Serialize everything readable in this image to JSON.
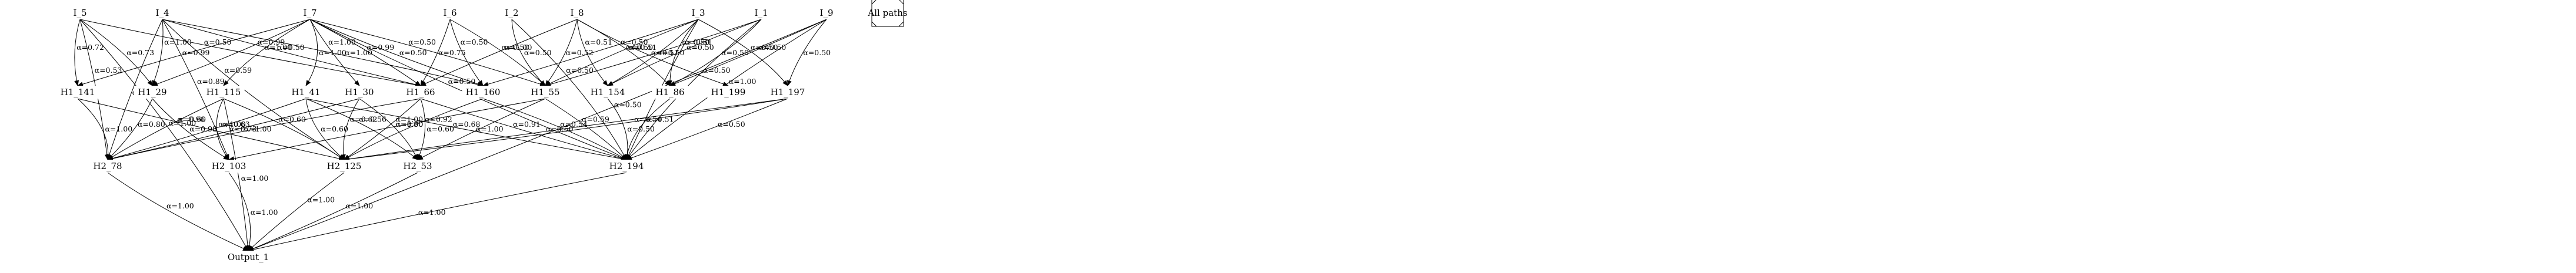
{
  "graph": {
    "nodes": [
      {
        "id": "I_5",
        "label": "I_5",
        "shape": "none"
      },
      {
        "id": "I_4",
        "label": "I_4",
        "shape": "none"
      },
      {
        "id": "I_7",
        "label": "I_7",
        "shape": "none"
      },
      {
        "id": "I_6",
        "label": "I_6",
        "shape": "none"
      },
      {
        "id": "I_2",
        "label": "I_2",
        "shape": "none"
      },
      {
        "id": "I_8",
        "label": "I_8",
        "shape": "none"
      },
      {
        "id": "I_3",
        "label": "I_3",
        "shape": "none"
      },
      {
        "id": "I_1",
        "label": "I_1",
        "shape": "none"
      },
      {
        "id": "I_9",
        "label": "I_9",
        "shape": "none"
      },
      {
        "id": "all_paths",
        "label": "All paths",
        "shape": "box"
      },
      {
        "id": "H1_141",
        "label": "H1_141",
        "shape": "none"
      },
      {
        "id": "H1_29",
        "label": "H1_29",
        "shape": "none"
      },
      {
        "id": "H1_115",
        "label": "H1_115",
        "shape": "none"
      },
      {
        "id": "H1_41",
        "label": "H1_41",
        "shape": "none"
      },
      {
        "id": "H1_30",
        "label": "H1_30",
        "shape": "none"
      },
      {
        "id": "H1_66",
        "label": "H1_66",
        "shape": "none"
      },
      {
        "id": "H1_160",
        "label": "H1_160",
        "shape": "none"
      },
      {
        "id": "H1_55",
        "label": "H1_55",
        "shape": "none"
      },
      {
        "id": "H1_154",
        "label": "H1_154",
        "shape": "none"
      },
      {
        "id": "H1_86",
        "label": "H1_86",
        "shape": "none"
      },
      {
        "id": "H1_199",
        "label": "H1_199",
        "shape": "none"
      },
      {
        "id": "H1_197",
        "label": "H1_197",
        "shape": "none"
      },
      {
        "id": "H2_78",
        "label": "H2_78",
        "shape": "none"
      },
      {
        "id": "H2_103",
        "label": "H2_103",
        "shape": "none"
      },
      {
        "id": "H2_125",
        "label": "H2_125",
        "shape": "none"
      },
      {
        "id": "H2_53",
        "label": "H2_53",
        "shape": "none"
      },
      {
        "id": "H2_194",
        "label": "H2_194",
        "shape": "none"
      },
      {
        "id": "Output_1",
        "label": "Output_1",
        "shape": "none"
      }
    ],
    "edges": [
      {
        "from": "I_5",
        "to": "H2_78",
        "label": "α=0.53"
      },
      {
        "from": "I_5",
        "to": "H1_141",
        "label": "α=0.72"
      },
      {
        "from": "I_5",
        "to": "H1_29",
        "label": "α=0.73"
      },
      {
        "from": "I_5",
        "to": "H1_66",
        "label": "α=0.50"
      },
      {
        "from": "I_5",
        "to": "Output_1",
        "label": "α=1.00"
      },
      {
        "from": "I_4",
        "to": "H2_78",
        "label": "α=1.00"
      },
      {
        "from": "I_4",
        "to": "H1_29",
        "label": "α=1.00"
      },
      {
        "from": "I_4",
        "to": "H1_66",
        "label": "α=0.50"
      },
      {
        "from": "I_4",
        "to": "H1_160",
        "label": "α=1.00"
      },
      {
        "from": "I_4",
        "to": "H2_125",
        "label": "α=0.59"
      },
      {
        "from": "I_4",
        "to": "H2_103",
        "label": "α=0.89"
      },
      {
        "from": "I_7",
        "to": "H1_141",
        "label": "α=0.99"
      },
      {
        "from": "I_7",
        "to": "H1_29",
        "label": "α=0.99"
      },
      {
        "from": "I_7",
        "to": "H1_115",
        "label": "α=1.00"
      },
      {
        "from": "I_7",
        "to": "H1_41",
        "label": "α=1.00"
      },
      {
        "from": "I_7",
        "to": "H1_30",
        "label": "α=1.00"
      },
      {
        "from": "I_7",
        "to": "H1_66",
        "label": "α=0.99"
      },
      {
        "from": "I_7",
        "to": "H1_160",
        "label": "α=0.50"
      },
      {
        "from": "I_7",
        "to": "H1_55",
        "label": "α=0.50"
      },
      {
        "from": "I_7",
        "to": "H2_194",
        "label": "α=0.50"
      },
      {
        "from": "I_6",
        "to": "H1_66",
        "label": "α=0.75"
      },
      {
        "from": "I_6",
        "to": "H1_160",
        "label": "α=0.50"
      },
      {
        "from": "I_6",
        "to": "H1_55",
        "label": "α=0.50"
      },
      {
        "from": "I_2",
        "to": "H1_55",
        "label": "α=0.50"
      },
      {
        "from": "I_2",
        "to": "H2_194",
        "label": "α=0.50"
      },
      {
        "from": "I_8",
        "to": "H1_66",
        "label": "α=1.00"
      },
      {
        "from": "I_8",
        "to": "H1_55",
        "label": "α=0.52"
      },
      {
        "from": "I_8",
        "to": "H1_154",
        "label": "α=0.51"
      },
      {
        "from": "I_8",
        "to": "H1_86",
        "label": "α=0.51"
      },
      {
        "from": "I_8",
        "to": "H1_199",
        "label": "α=0.51"
      },
      {
        "from": "I_3",
        "to": "H1_160",
        "label": "α=0.50"
      },
      {
        "from": "I_3",
        "to": "H1_55",
        "label": "α=0.50"
      },
      {
        "from": "I_3",
        "to": "H1_154",
        "label": "α=0.50"
      },
      {
        "from": "I_3",
        "to": "H1_86",
        "label": "α=0.50"
      },
      {
        "from": "I_3",
        "to": "H1_197",
        "label": "α=0.50"
      },
      {
        "from": "I_3",
        "to": "H2_194",
        "label": "α=0.50"
      },
      {
        "from": "I_1",
        "to": "H1_55",
        "label": "α=0.51"
      },
      {
        "from": "I_1",
        "to": "H1_154",
        "label": "α=0.50"
      },
      {
        "from": "I_1",
        "to": "H1_86",
        "label": "α=0.50"
      },
      {
        "from": "I_1",
        "to": "H2_194",
        "label": "α=0.50"
      },
      {
        "from": "I_9",
        "to": "H1_86",
        "label": "α=0.50"
      },
      {
        "from": "I_9",
        "to": "H1_197",
        "label": "α=0.50"
      },
      {
        "from": "I_9",
        "to": "Output_1",
        "label": "α=0.50"
      },
      {
        "from": "I_9",
        "to": "H2_194",
        "label": "α=1.00"
      },
      {
        "from": "H1_141",
        "to": "H2_78",
        "label": "α=1.00"
      },
      {
        "from": "H1_141",
        "to": "H2_125",
        "label": "α=0.60"
      },
      {
        "from": "H1_29",
        "to": "H2_78",
        "label": "α=0.80"
      },
      {
        "from": "H1_29",
        "to": "H2_103",
        "label": "α=0.98"
      },
      {
        "from": "H1_115",
        "to": "H2_125",
        "label": "α=0.60"
      },
      {
        "from": "H1_115",
        "to": "H2_103",
        "label": "α=1.00"
      },
      {
        "from": "H1_115",
        "to": "Output_1",
        "label": "α=1.00"
      },
      {
        "from": "H1_115",
        "to": "H2_78",
        "label": "α=0.96"
      },
      {
        "from": "H1_41",
        "to": "H2_78",
        "label": "α=0.63"
      },
      {
        "from": "H1_41",
        "to": "H2_125",
        "label": "α=0.60"
      },
      {
        "from": "H1_41",
        "to": "H2_53",
        "label": "α=0.56"
      },
      {
        "from": "H1_41",
        "to": "H2_194",
        "label": "α=0.68"
      },
      {
        "from": "H1_30",
        "to": "H2_78",
        "label": "α=0.73"
      },
      {
        "from": "H1_30",
        "to": "H2_125",
        "label": "α=0.62"
      },
      {
        "from": "H1_30",
        "to": "H2_53",
        "label": "α=1.00"
      },
      {
        "from": "H1_66",
        "to": "H2_78",
        "label": "α=1.00"
      },
      {
        "from": "H1_66",
        "to": "H2_125",
        "label": "α=1.00"
      },
      {
        "from": "H1_66",
        "to": "H2_194",
        "label": "α=0.91"
      },
      {
        "from": "H1_66",
        "to": "H2_53",
        "label": "α=0.60"
      },
      {
        "from": "H1_160",
        "to": "H2_125",
        "label": "α=0.92"
      },
      {
        "from": "H1_160",
        "to": "H2_194",
        "label": "α=0.54"
      },
      {
        "from": "H1_55",
        "to": "H2_53",
        "label": "α=1.00"
      },
      {
        "from": "H1_55",
        "to": "H2_194",
        "label": "α=0.59"
      },
      {
        "from": "H1_55",
        "to": "H2_103",
        "label": "α=0.50"
      },
      {
        "from": "H1_154",
        "to": "H2_194",
        "label": "α=0.50"
      },
      {
        "from": "H1_86",
        "to": "H2_194",
        "label": "α=0.51"
      },
      {
        "from": "H1_197",
        "to": "H2_194",
        "label": "α=0.50"
      },
      {
        "from": "H1_197",
        "to": "H2_125",
        "label": "α=0.50"
      },
      {
        "from": "H1_197",
        "to": "H2_125",
        "label": "α=0.54"
      },
      {
        "from": "H2_78",
        "to": "Output_1",
        "label": "α=1.00"
      },
      {
        "from": "H2_103",
        "to": "Output_1",
        "label": "α=1.00"
      },
      {
        "from": "H2_125",
        "to": "Output_1",
        "label": "α=1.00"
      },
      {
        "from": "H2_53",
        "to": "Output_1",
        "label": "α=1.00"
      },
      {
        "from": "H2_194",
        "to": "Output_1",
        "label": "α=1.00"
      }
    ]
  }
}
